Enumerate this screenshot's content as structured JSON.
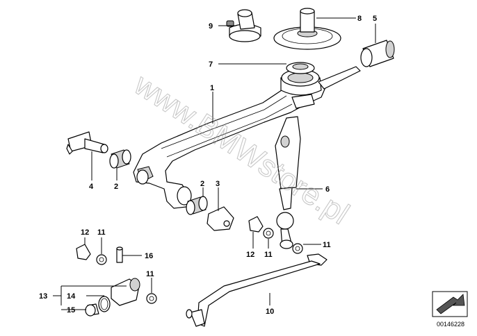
{
  "callouts": {
    "c1": "1",
    "c2a": "2",
    "c2b": "2",
    "c3": "3",
    "c4": "4",
    "c5": "5",
    "c6": "6",
    "c7": "7",
    "c8": "8",
    "c9": "9",
    "c10": "10",
    "c11a": "11",
    "c11b": "11",
    "c11c": "11",
    "c11d": "11",
    "c12a": "12",
    "c12b": "12",
    "c13": "13",
    "c14": "14",
    "c15": "15",
    "c16": "16"
  },
  "watermark": "www.BMWstore.pl",
  "document_number": "00146228",
  "icon": "arrow-box-icon"
}
